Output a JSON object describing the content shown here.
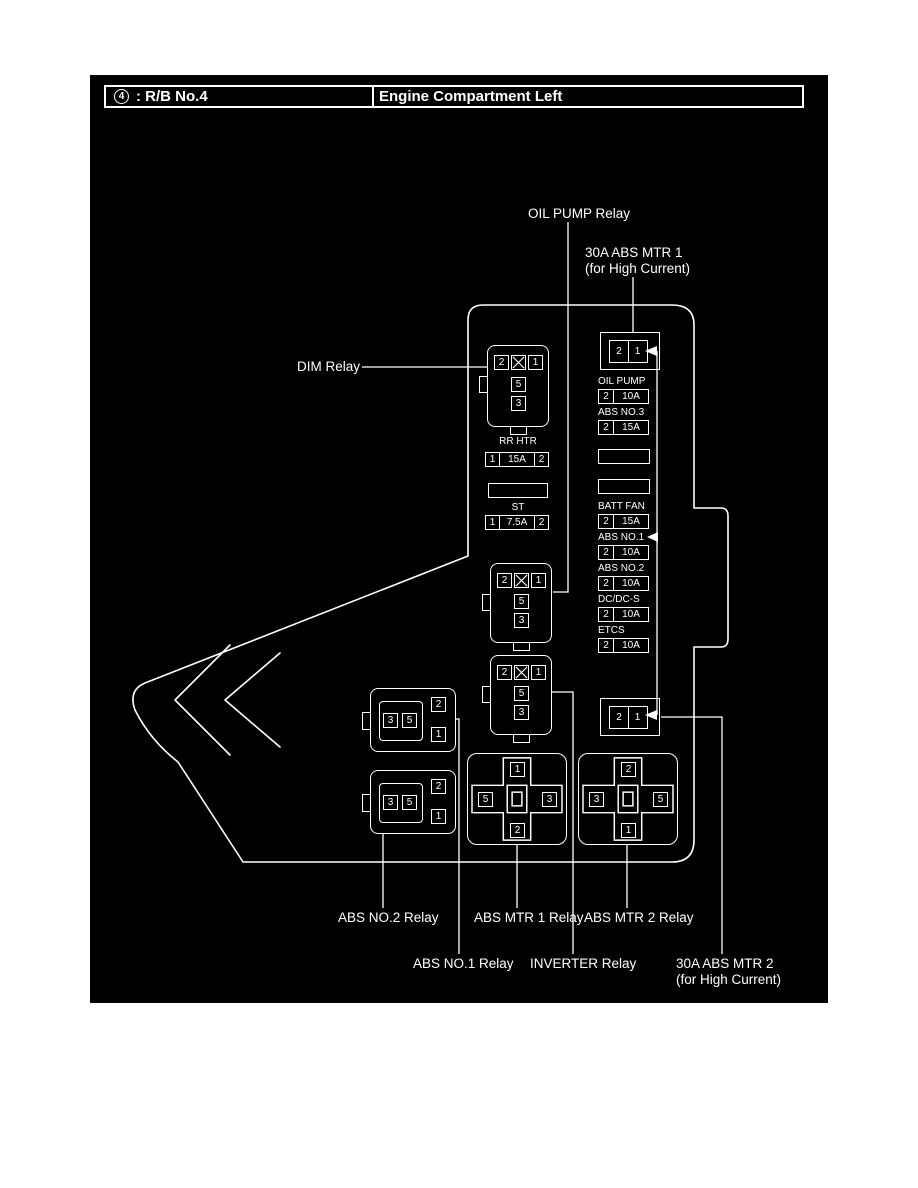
{
  "header": {
    "badge": "4",
    "title_left": ": R/B No.4",
    "title_right": "Engine Compartment Left"
  },
  "callouts": {
    "oil_pump_relay": "OIL PUMP Relay",
    "abs_mtr1_fuse_line1": "30A ABS MTR 1",
    "abs_mtr1_fuse_line2": "(for High Current)",
    "dim_relay": "DIM Relay",
    "abs_no2_relay": "ABS NO.2 Relay",
    "abs_mtr1_relay": "ABS MTR 1 Relay",
    "abs_mtr2_relay": "ABS MTR 2 Relay",
    "abs_no1_relay": "ABS NO.1 Relay",
    "inverter_relay": "INVERTER Relay",
    "abs_mtr2_fuse_line1": "30A ABS MTR 2",
    "abs_mtr2_fuse_line2": "(for High Current)"
  },
  "fuse_blocks": {
    "abs_mtr1": {
      "pins": [
        "2",
        "1"
      ]
    },
    "abs_mtr2": {
      "pins": [
        "2",
        "1"
      ]
    }
  },
  "left_fuses": {
    "rr_htr": {
      "label": "RR HTR",
      "cells": [
        "1",
        "15A",
        "2"
      ]
    },
    "st": {
      "label": "ST",
      "cells": [
        "1",
        "7.5A",
        "2"
      ]
    }
  },
  "right_fuses": [
    {
      "label": "OIL PUMP",
      "cells": [
        "2",
        "10A"
      ]
    },
    {
      "label": "ABS NO.3",
      "cells": [
        "2",
        "15A"
      ]
    },
    {
      "label": "",
      "cells": []
    },
    {
      "label": "",
      "cells": []
    },
    {
      "label": "BATT FAN",
      "cells": [
        "2",
        "15A"
      ]
    },
    {
      "label": "ABS NO.1",
      "cells": [
        "2",
        "10A"
      ]
    },
    {
      "label": "ABS NO.2",
      "cells": [
        "2",
        "10A"
      ]
    },
    {
      "label": "DC/DC-S",
      "cells": [
        "2",
        "10A"
      ]
    },
    {
      "label": "ETCS",
      "cells": [
        "2",
        "10A"
      ]
    }
  ],
  "relays": {
    "dim": {
      "pins": [
        "2",
        "1",
        "5",
        "3"
      ]
    },
    "oil_pump": {
      "pins": [
        "2",
        "1",
        "5",
        "3"
      ]
    },
    "inverter": {
      "pins": [
        "2",
        "1",
        "5",
        "3"
      ]
    },
    "abs_no1": {
      "pins": [
        "3",
        "5",
        "2",
        "1"
      ]
    },
    "abs_no2": {
      "pins": [
        "3",
        "5",
        "2",
        "1"
      ]
    },
    "abs_mtr1": {
      "pins": [
        "1",
        "5",
        "3",
        "2"
      ]
    },
    "abs_mtr2": {
      "pins": [
        "2",
        "3",
        "5",
        "1"
      ]
    }
  },
  "colors": {
    "page": "#ffffff",
    "panel": "#000000",
    "line": "#ffffff"
  }
}
